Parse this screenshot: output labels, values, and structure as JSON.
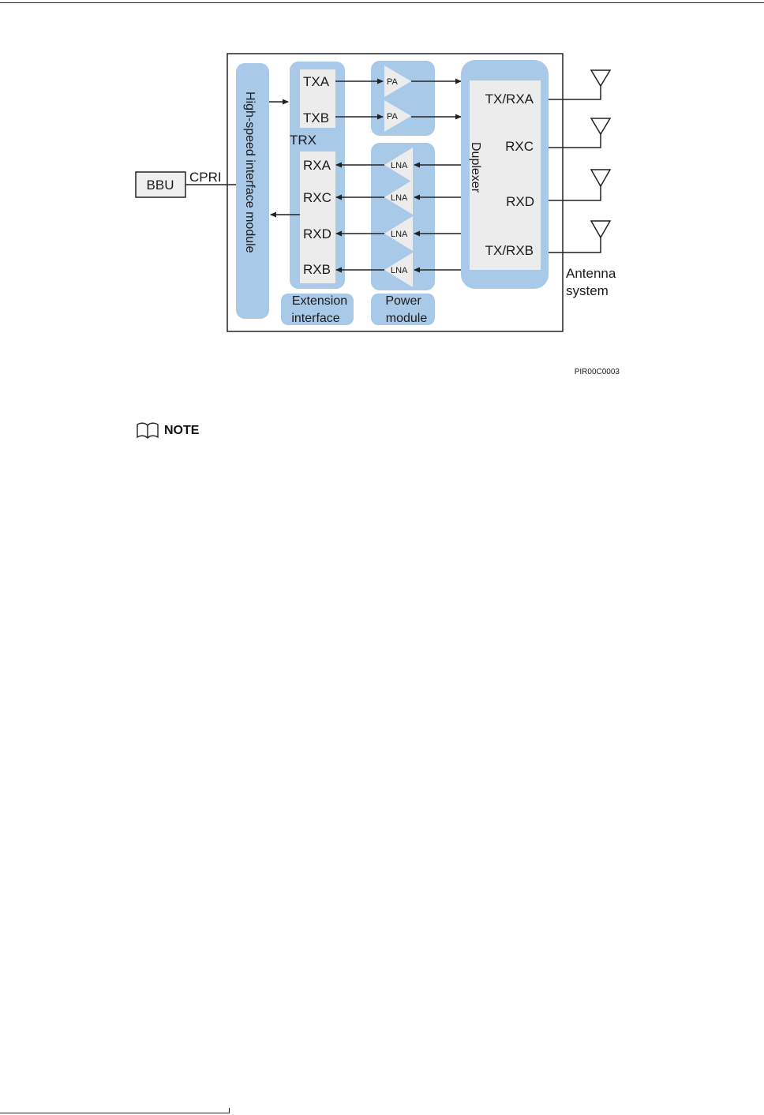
{
  "diagram": {
    "bbu_label": "BBU",
    "cpri_label": "CPRI",
    "interface_module_label": "High-speed interface module",
    "trx_label": "TRX",
    "tx_ports": [
      "TXA",
      "TXB"
    ],
    "rx_ports": [
      "RXA",
      "RXC",
      "RXD",
      "RXB"
    ],
    "pa_label": "PA",
    "lna_label": "LNA",
    "extension_label_line1": "Extension",
    "extension_label_line2": "interface",
    "power_label_line1": "Power",
    "power_label_line2": "module",
    "duplexer_label": "Duplexer",
    "duplexer_ports": [
      "TX/RXA",
      "RXC",
      "RXD",
      "TX/RXB"
    ],
    "antenna_label_line1": "Antenna",
    "antenna_label_line2": "system",
    "figure_id": "PIR00C0003",
    "colors": {
      "module_fill": "#a9c9e8",
      "inner_fill": "#ececec",
      "stroke": "#222222"
    }
  },
  "note": {
    "label": "NOTE",
    "icon": "book-icon"
  }
}
